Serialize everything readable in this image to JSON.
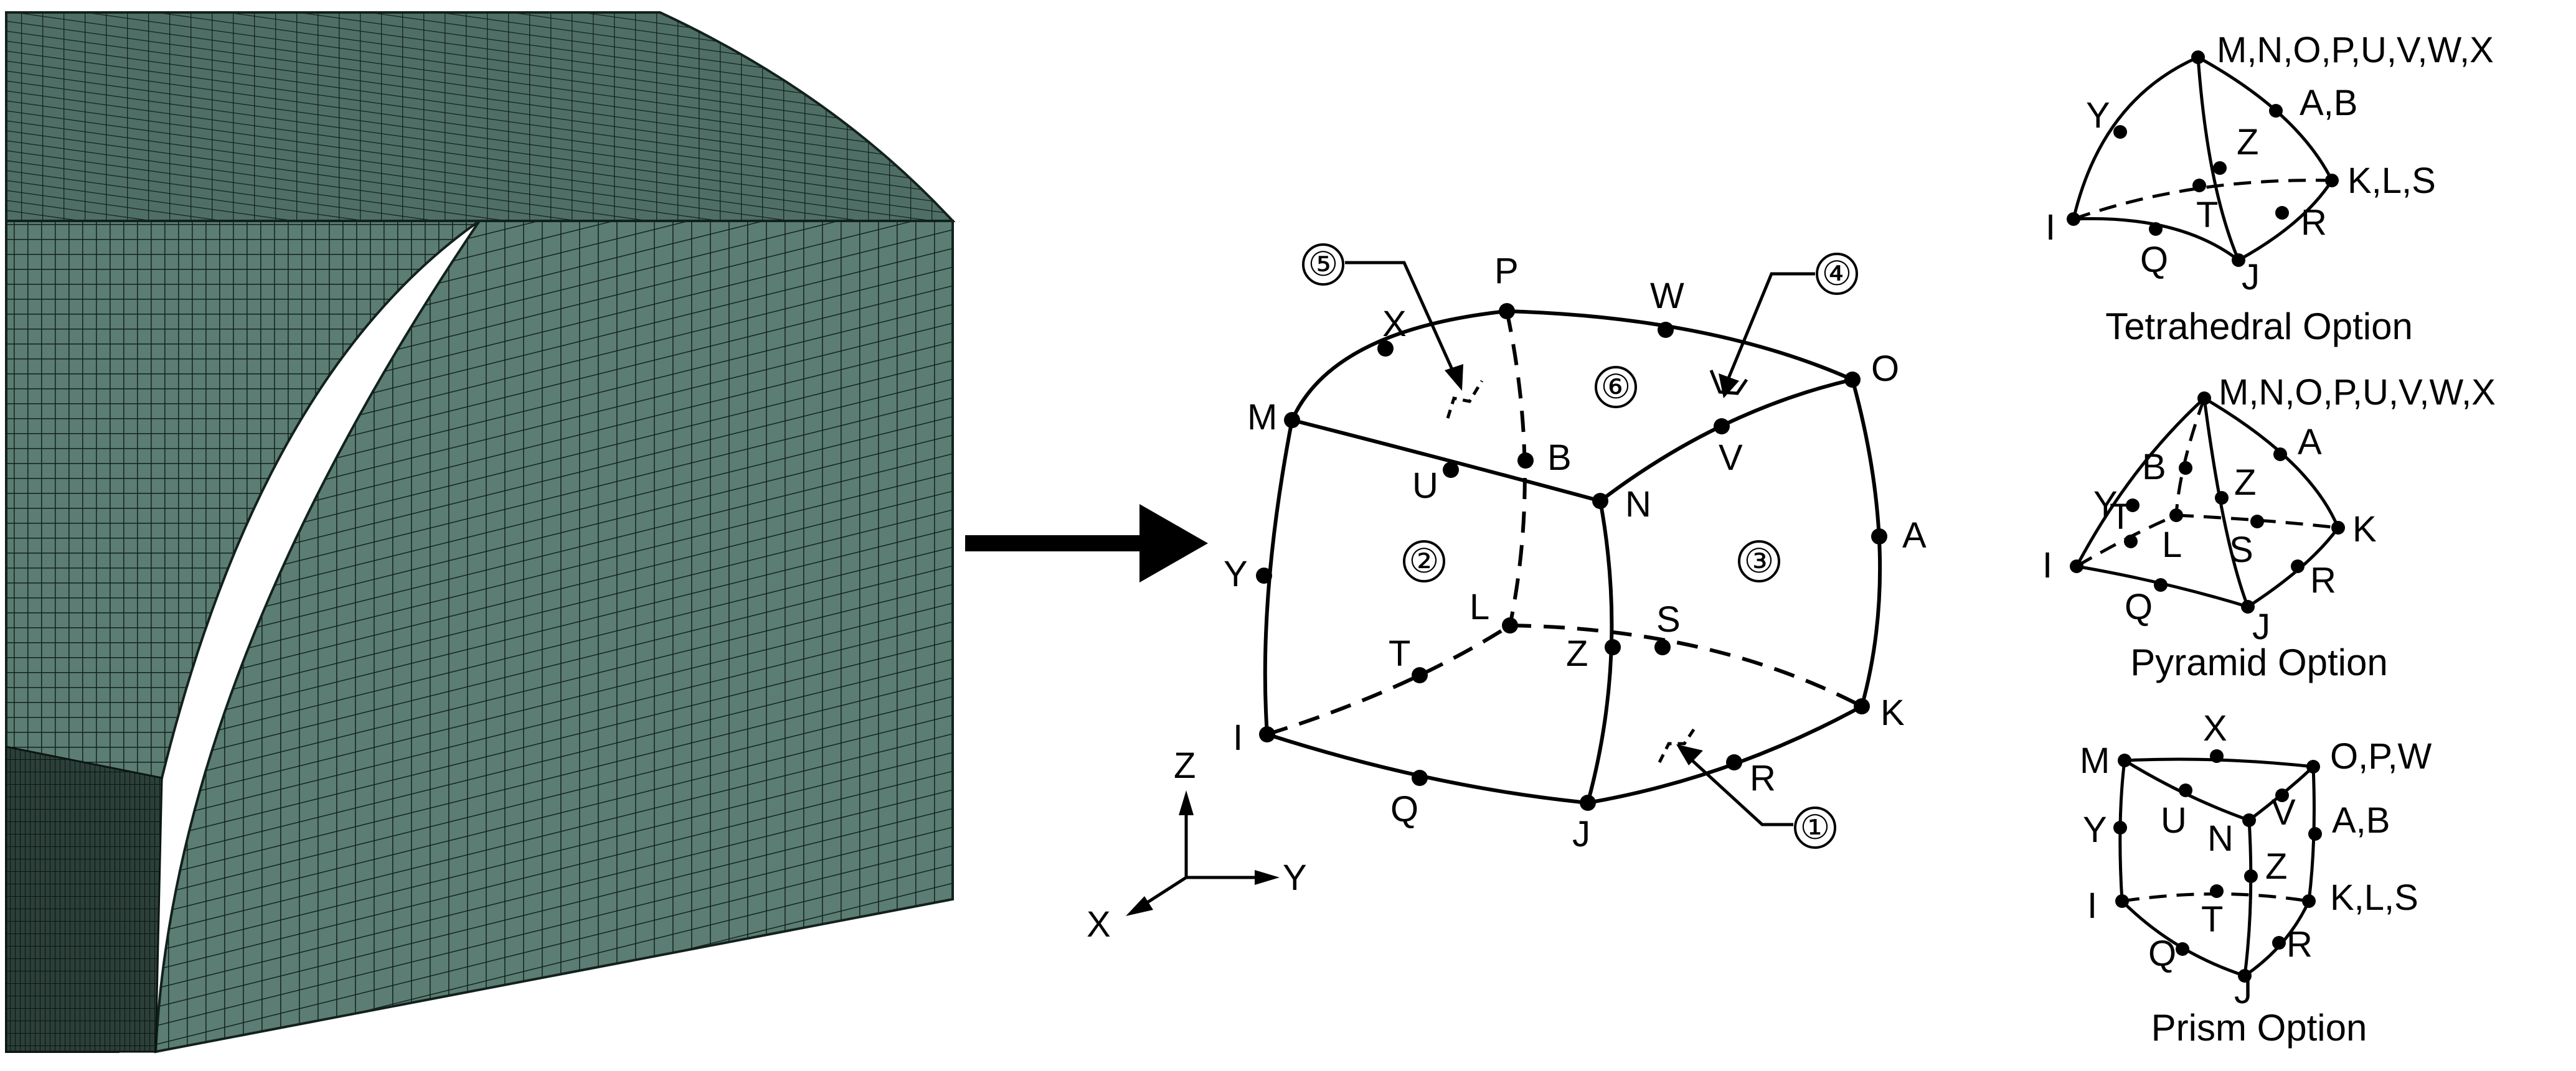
{
  "colors": {
    "mesh_face": "#5b7d73",
    "mesh_line": "#12211c",
    "line": "#000000",
    "background": "#ffffff"
  },
  "mesh_figure": {
    "icon": "finite-element-mesh-quarter-cylinder"
  },
  "arrow": {
    "icon": "right-arrow"
  },
  "axes": {
    "z": "Z",
    "y": "Y",
    "x": "X"
  },
  "brick": {
    "nodes": {
      "I": "I",
      "J": "J",
      "K": "K",
      "L": "L",
      "M": "M",
      "N": "N",
      "O": "O",
      "P": "P",
      "Q": "Q",
      "R": "R",
      "S": "S",
      "T": "T",
      "U": "U",
      "V": "V",
      "W": "W",
      "X": "X",
      "Y": "Y",
      "Z": "Z",
      "A": "A",
      "B": "B"
    },
    "faces": {
      "f1": "①",
      "f2": "②",
      "f3": "③",
      "f4": "④",
      "f5": "⑤",
      "f6": "⑥"
    }
  },
  "tetrahedral": {
    "caption": "Tetrahedral Option",
    "labels": {
      "top": "M,N,O,P,U,V,W,X",
      "ab": "A,B",
      "kls": "K,L,S",
      "y": "Y",
      "z": "Z",
      "t": "T",
      "i": "I",
      "q": "Q",
      "j": "J",
      "r": "R"
    }
  },
  "pyramid": {
    "caption": "Pyramid Option",
    "labels": {
      "top": "M,N,O,P,U,V,W,X",
      "y": "Y",
      "b": "B",
      "a": "A",
      "z": "Z",
      "t": "T",
      "l": "L",
      "s": "S",
      "k": "K",
      "i": "I",
      "q": "Q",
      "j": "J",
      "r": "R"
    }
  },
  "prism": {
    "caption": "Prism Option",
    "labels": {
      "x": "X",
      "m": "M",
      "opw": "O,P,W",
      "y": "Y",
      "u": "U",
      "v": "V",
      "ab": "A,B",
      "n": "N",
      "z": "Z",
      "i": "I",
      "t": "T",
      "kls": "K,L,S",
      "q": "Q",
      "r": "R",
      "j": "J"
    }
  }
}
